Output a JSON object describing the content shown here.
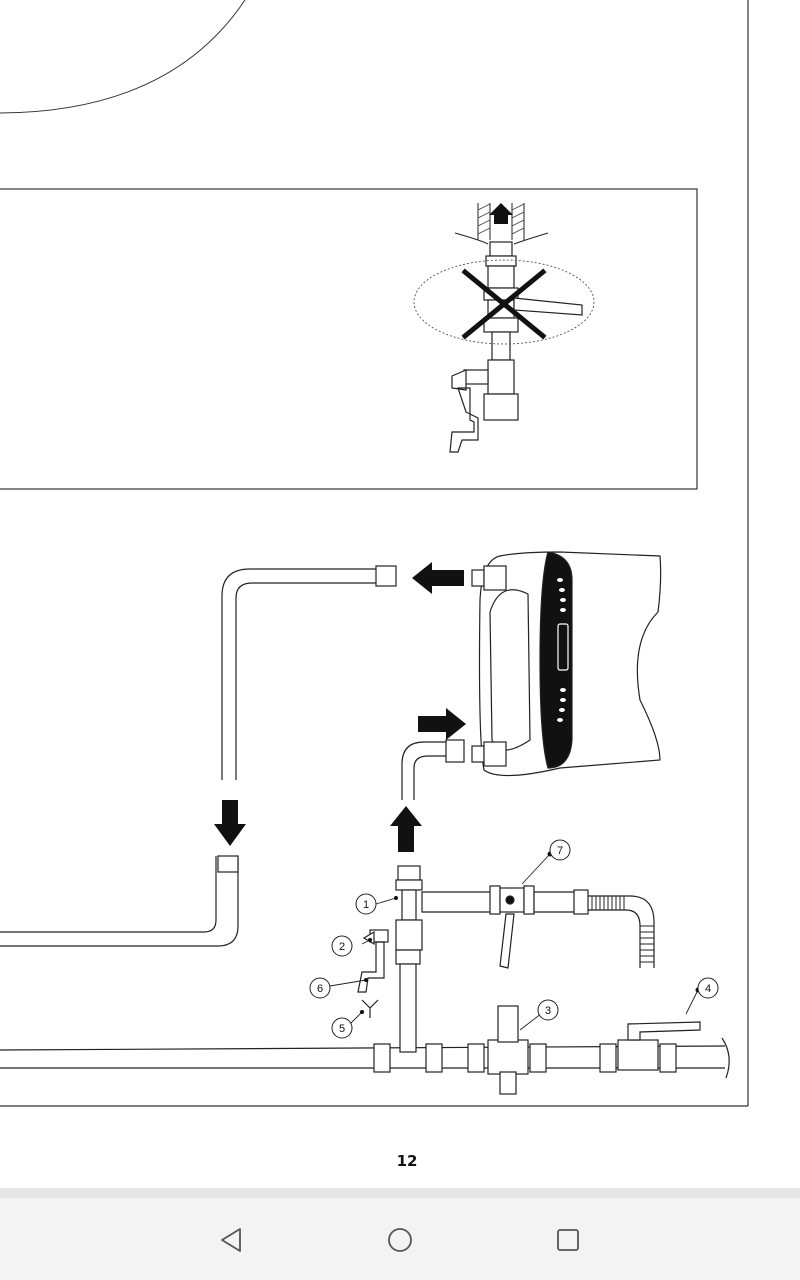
{
  "document": {
    "page_number": "12"
  },
  "callouts": {
    "c1": "1",
    "c2": "2",
    "c3": "3",
    "c4": "4",
    "c5": "5",
    "c6": "6",
    "c7": "7"
  },
  "navigation": {
    "back_icon": "triangle-back-icon",
    "home_icon": "circle-home-icon",
    "recents_icon": "square-recents-icon"
  }
}
